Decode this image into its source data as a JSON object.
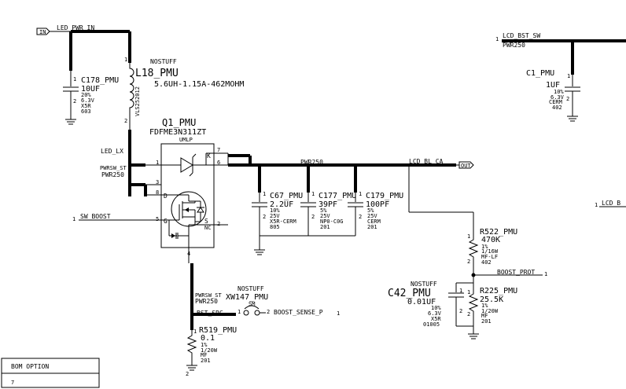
{
  "nets": {
    "led_pwr_in": "LED_PWR_IN",
    "in_flag": "IN",
    "lcd_bst_sw": "LCD_BST_SW",
    "pwr250_top": "PWR250",
    "led_lx": "LED_LX",
    "pwrsw_st_1": "PWRSW_ST",
    "pwr250_1": "PWR250",
    "pwr250_mid": "PWR250",
    "lcd_bl_ca": "LCD_BL_CA",
    "out_flag": "OUT",
    "sw_boost": "SW_BOOST",
    "boost_prot": "BOOST_PROT",
    "pwrsw_st_2": "PWRSW_ST",
    "pwr250_2": "PWR250",
    "bst_src": "BST_SRC",
    "boost_sense_p": "BOOST_SENSE_P",
    "lcd_b_edge": "LCD_B"
  },
  "components": {
    "c178": {
      "ref": "C178_PMU",
      "value": "10UF",
      "specs": [
        "20%",
        "6.3V",
        "X5R",
        "603"
      ],
      "pin1": "1",
      "pin2": "2"
    },
    "l18": {
      "nostuff": "NOSTUFF",
      "ref": "L18_PMU",
      "value": "5.6UH-1.15A-462MOHM",
      "part": "VLS252012",
      "pin1": "1",
      "pin2": "2"
    },
    "q1": {
      "ref": "Q1_PMU",
      "part": "FDFME3N311ZT",
      "pkg": "UMLP",
      "pins": {
        "p1": "1",
        "p3": "3",
        "p8": "8",
        "p5": "5",
        "p7": "7",
        "p6": "6",
        "p2": "2",
        "p4": "4"
      },
      "labels": {
        "d": "D",
        "g": "G",
        "k": "K",
        "a": "A",
        "s": "S",
        "nc": "NC"
      }
    },
    "c67": {
      "ref": "C67_PMU",
      "value": "2.2UF",
      "specs": [
        "10%",
        "25V",
        "X5R-CERM",
        "805"
      ],
      "pin1": "1",
      "pin2": "2"
    },
    "c177": {
      "ref": "C177_PMU",
      "value": "39PF",
      "specs": [
        "5%",
        "25V",
        "NP0-C0G",
        "201"
      ],
      "pin1": "1",
      "pin2": "2"
    },
    "c179": {
      "ref": "C179_PMU",
      "value": "100PF",
      "specs": [
        "5%",
        "25V",
        "CERM",
        "201"
      ],
      "pin1": "1",
      "pin2": "2"
    },
    "r522": {
      "ref": "R522_PMU",
      "value": "470K",
      "specs": [
        "1%",
        "1/16W",
        "MF-LF",
        "402"
      ],
      "pin1": "1",
      "pin2": "2"
    },
    "c42": {
      "nostuff": "NOSTUFF",
      "ref": "C42_PMU",
      "value": "0.01UF",
      "specs": [
        "10%",
        "6.3V",
        "X5R",
        "01005"
      ],
      "pin1": "1",
      "pin2": "2"
    },
    "r225": {
      "ref": "R225_PMU",
      "value": "25.5K",
      "specs": [
        "1%",
        "1/20W",
        "MF",
        "201"
      ],
      "pin1": "1",
      "pin2": "2"
    },
    "xw147": {
      "nostuff": "NOSTUFF",
      "ref": "XW147_PMU",
      "type": "SM",
      "pin1": "1",
      "pin2": "2"
    },
    "r519": {
      "ref": "R519_PMU",
      "value": "0.1",
      "specs": [
        "1%",
        "1/20W",
        "MF",
        "201"
      ],
      "pin1": "1",
      "pin2": "2"
    },
    "c1": {
      "ref": "C1_PMU",
      "value": "1UF",
      "specs": [
        "10%",
        "6.3V",
        "CERM",
        "402"
      ],
      "pin1": "1",
      "pin2": "2"
    }
  },
  "bom": {
    "header": "BOM OPTION",
    "row": "7"
  },
  "misc": {
    "sw_boost_pin": "1",
    "boost_prot_pin": "1",
    "boost_sense_pin": "1",
    "lcd_bst_sw_pin": "1"
  }
}
